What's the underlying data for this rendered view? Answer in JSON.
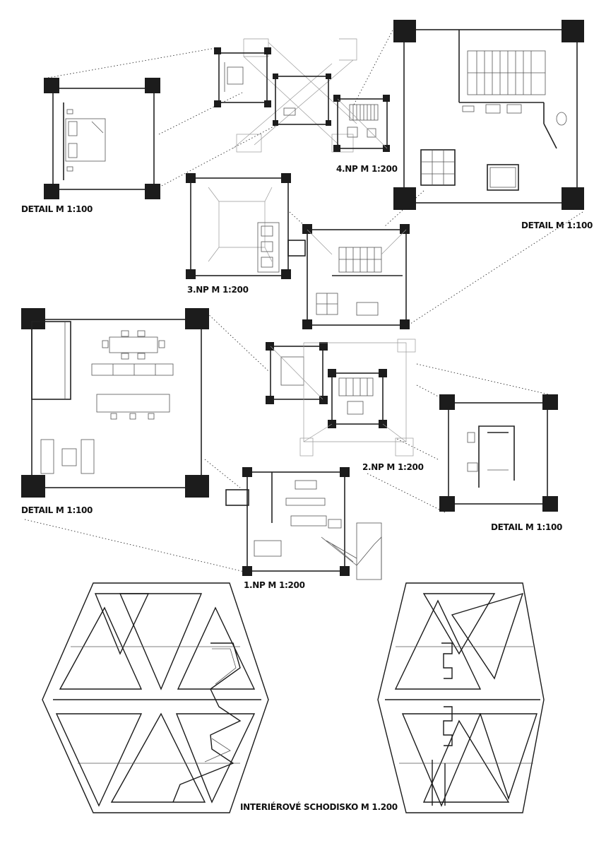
{
  "labels": {
    "detail_bed": "DETAIL M 1:100",
    "detail_core": "DETAIL M 1:100",
    "detail_living": "DETAIL M 1:100",
    "detail_bath": "DETAIL M 1:100",
    "np4": "4.NP M 1:200",
    "np3": "3.NP M 1:200",
    "np2": "2.NP M 1:200",
    "np1": "1.NP M 1:200",
    "stair": "INTERIÉROVÉ SCHODISKO M 1.200"
  }
}
